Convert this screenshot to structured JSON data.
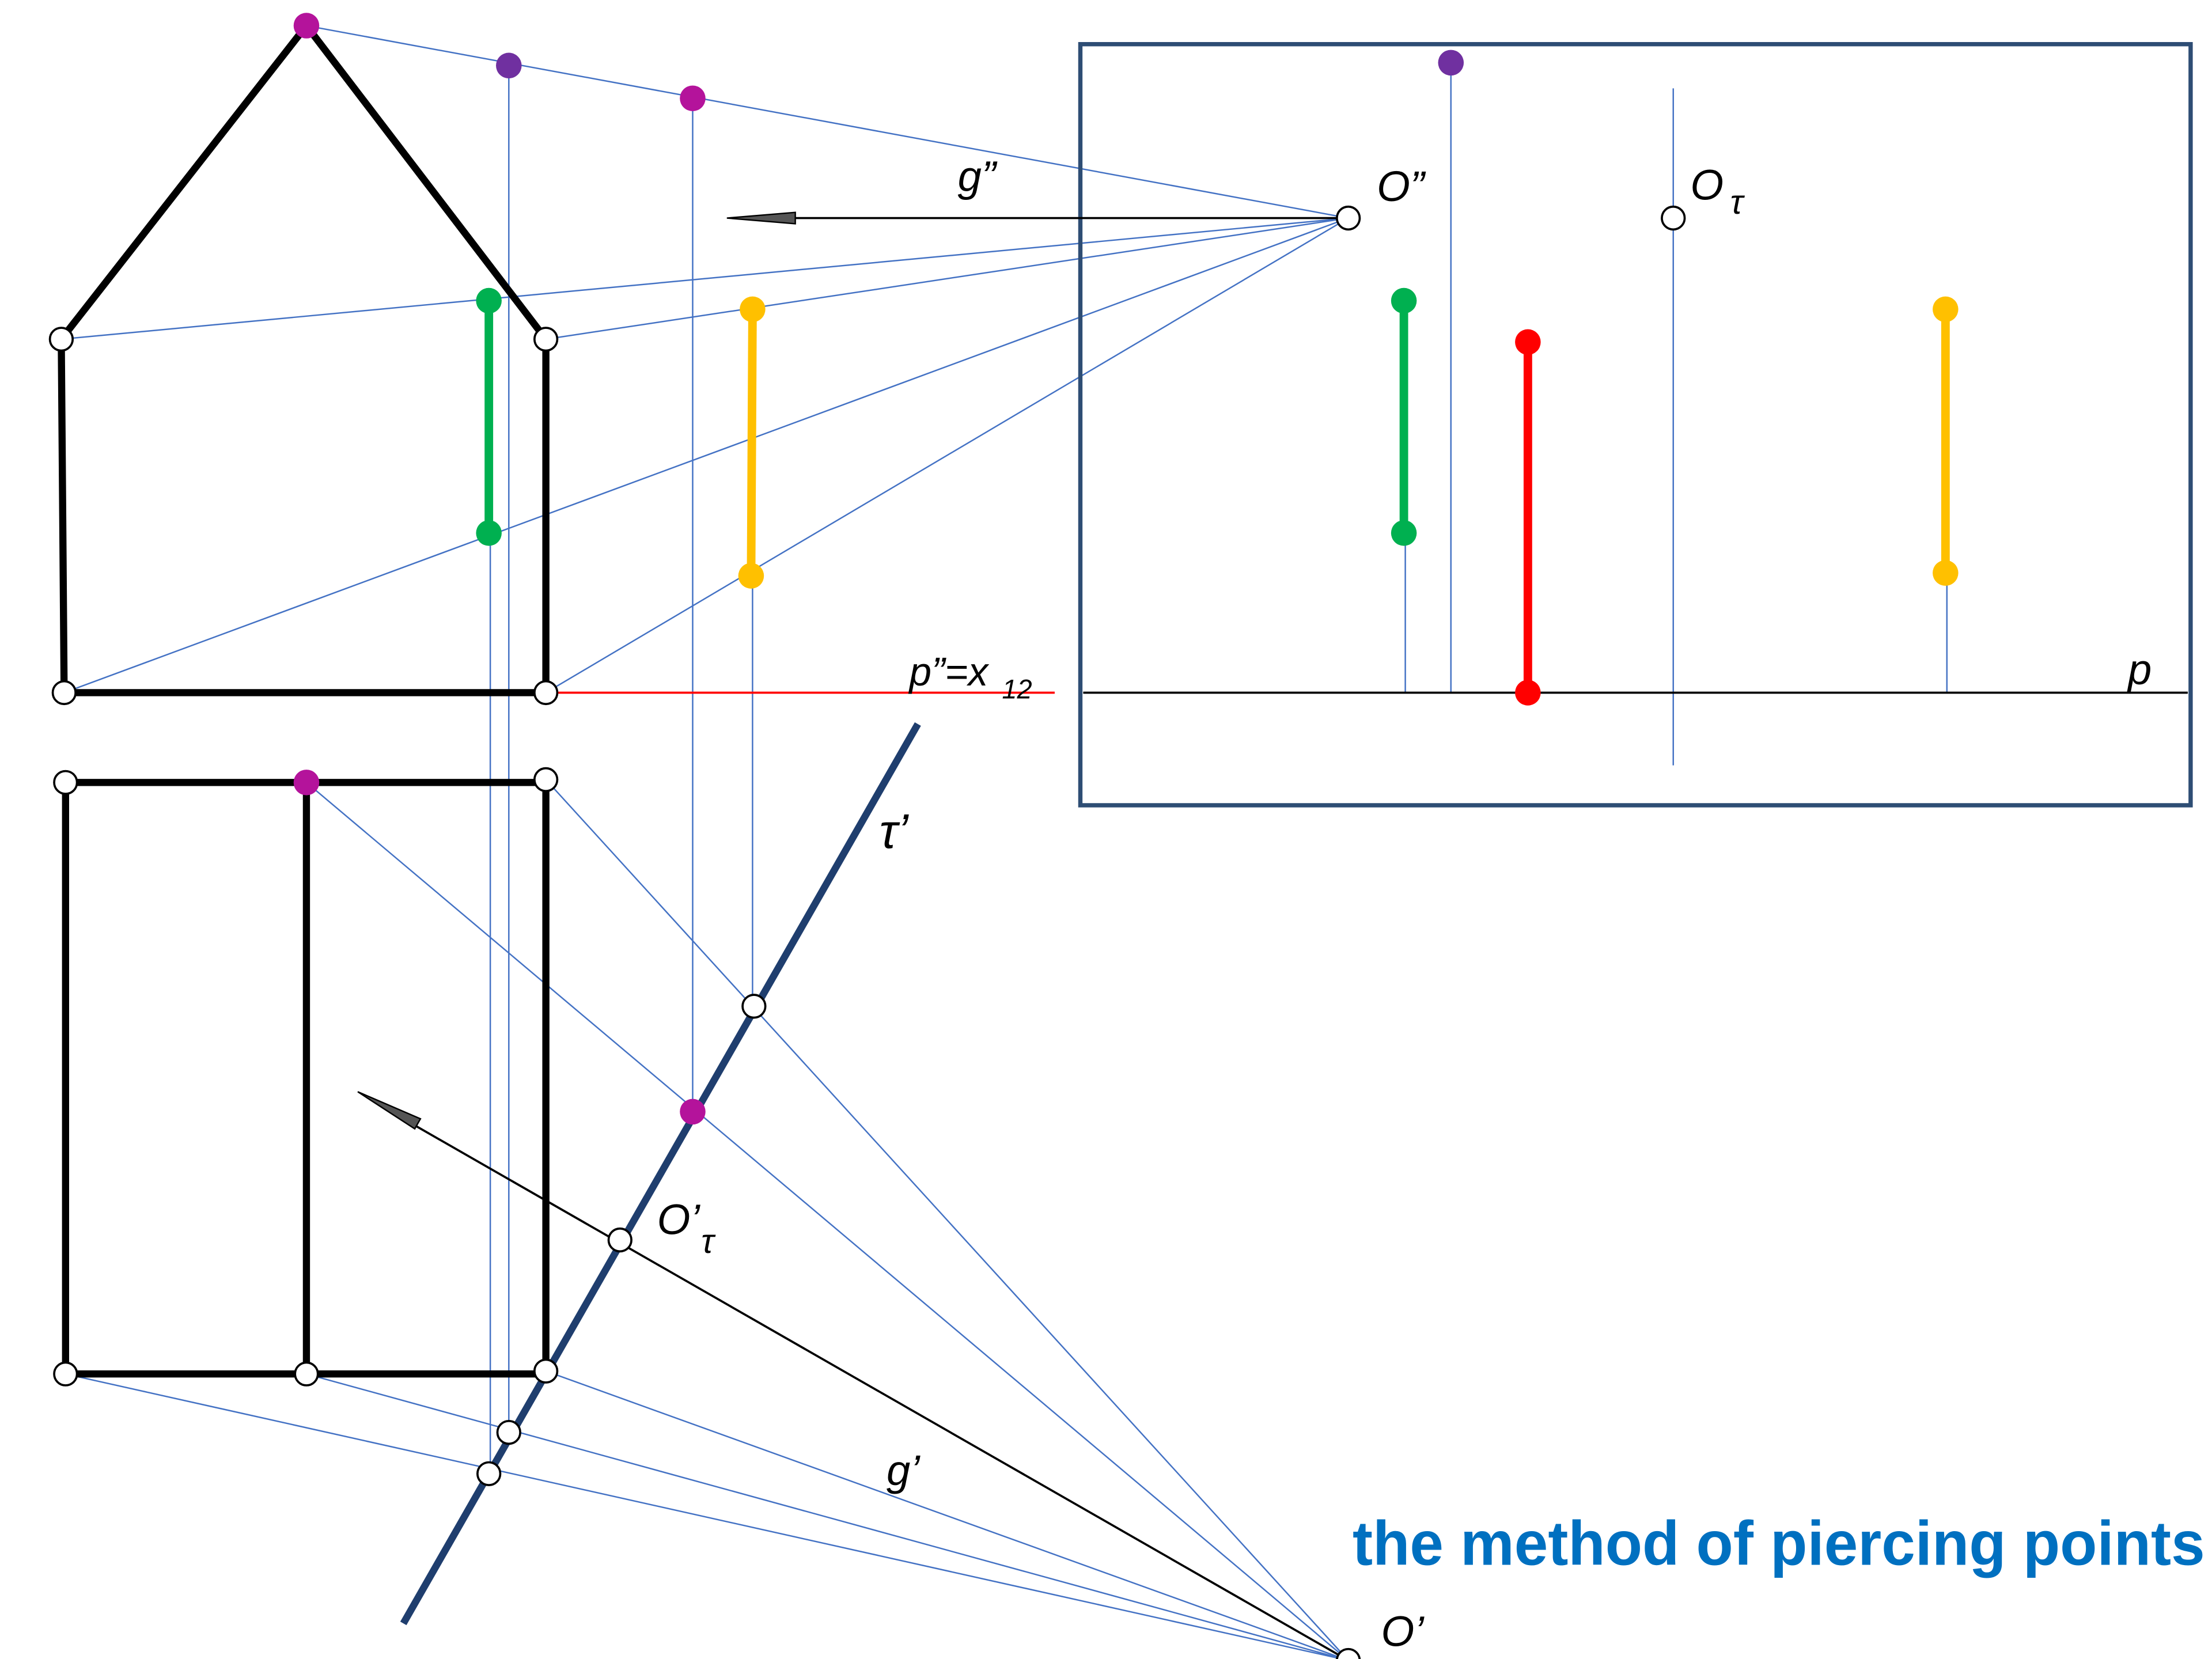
{
  "labels": {
    "o_double": "O”",
    "o_tau": "O",
    "o_tau_sub": "τ",
    "g_double": "g”",
    "p_double": "p”=x",
    "p_sub": "12",
    "p": "p",
    "tau_prime": "τ’",
    "o_prime_tau": "O’",
    "o_prime_tau_sub": "τ",
    "g_prime": "g’",
    "o_prime": "O’"
  },
  "title": "the method of piercing points",
  "colors": {
    "outline": "#000000",
    "projection_line": "#4472C4",
    "trace": "#1F3E6E",
    "frame": "#2E4D74",
    "ground_line": "#FF0000",
    "green": "#00B050",
    "yellow": "#FFC000",
    "red": "#FF0000",
    "magenta": "#B4139B",
    "purple": "#7030A0",
    "title": "#0070C0"
  }
}
